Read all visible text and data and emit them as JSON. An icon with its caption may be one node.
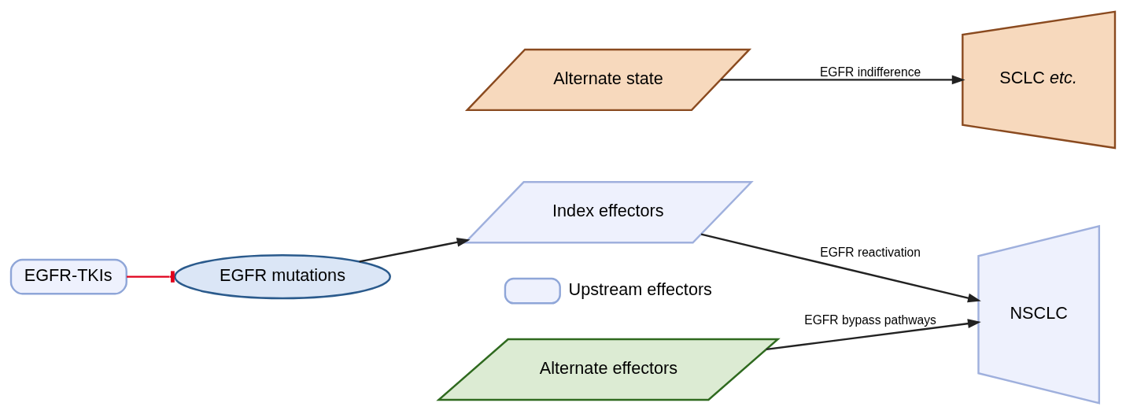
{
  "diagram": {
    "nodes": [
      {
        "text": [
          "EGFR-TKIs"
        ]
      },
      {
        "text": [
          "EGFR mutations"
        ]
      },
      {
        "text": [
          "Index effectors"
        ]
      },
      {
        "text": [
          "Alternate effectors"
        ]
      },
      {
        "text": [
          "Alternate state"
        ]
      },
      {
        "text": [
          "NSCLC"
        ]
      },
      {
        "text": [
          "SCLC *etc.*"
        ]
      }
    ],
    "edges": [
      {
        "from": 0,
        "to": 1,
        "arrow": "other",
        "color": "#e0001b"
      },
      {
        "from": 1,
        "to": 2,
        "arrow": "to"
      },
      {
        "from": 2,
        "to": 5,
        "arrow": "to",
        "label": "EGFR reactivation"
      },
      {
        "from": 3,
        "to": 5,
        "arrow": "to",
        "label": "EGFR bypass pathways"
      },
      {
        "from": 4,
        "to": 6,
        "arrow": "to",
        "label": "EGFR indifference"
      }
    ],
    "legend": [
      {
        "text": "Upstream effectors"
      }
    ]
  }
}
